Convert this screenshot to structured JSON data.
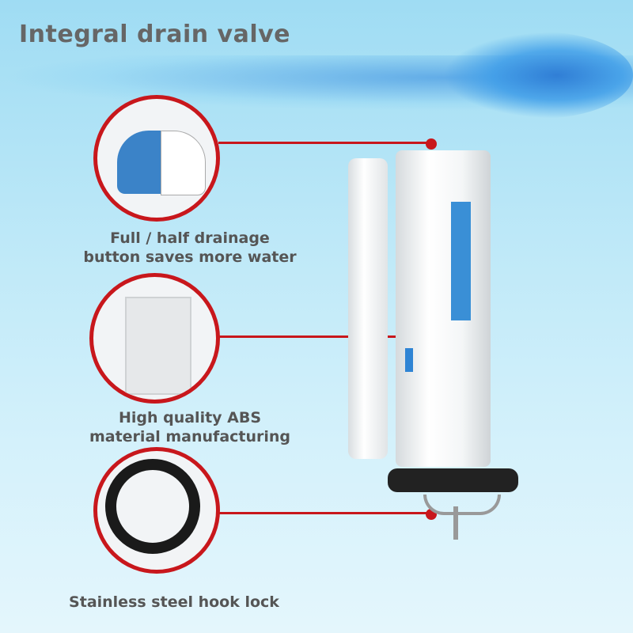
{
  "title": "Integral drain valve",
  "features": [
    {
      "lines": [
        "Full / half drainage",
        "button saves more water"
      ],
      "icon": "dual-flush-button"
    },
    {
      "lines": [
        "High quality ABS",
        "material manufacturing"
      ],
      "icon": "abs-material-closeup"
    },
    {
      "lines": [
        "Stainless steel hook lock"
      ],
      "icon": "steel-hook-closeup"
    }
  ],
  "colors": {
    "accent": "#c8171c",
    "text": "#555555",
    "title": "#666666"
  }
}
